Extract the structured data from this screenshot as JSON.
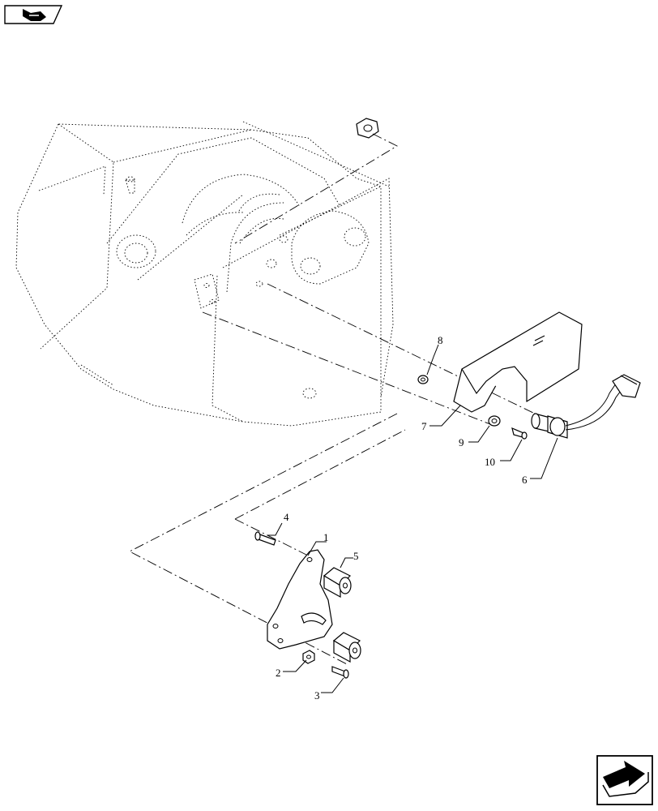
{
  "diagram": {
    "callouts": {
      "c1": "1",
      "c2": "2",
      "c3": "3",
      "c4": "4",
      "c5": "5",
      "c6": "6",
      "c7": "7",
      "c8": "8",
      "c9": "9",
      "c10": "10"
    }
  },
  "icons": {
    "top_left": "view-direction-arrow-icon",
    "bottom_right": "next-page-arrow-icon"
  }
}
